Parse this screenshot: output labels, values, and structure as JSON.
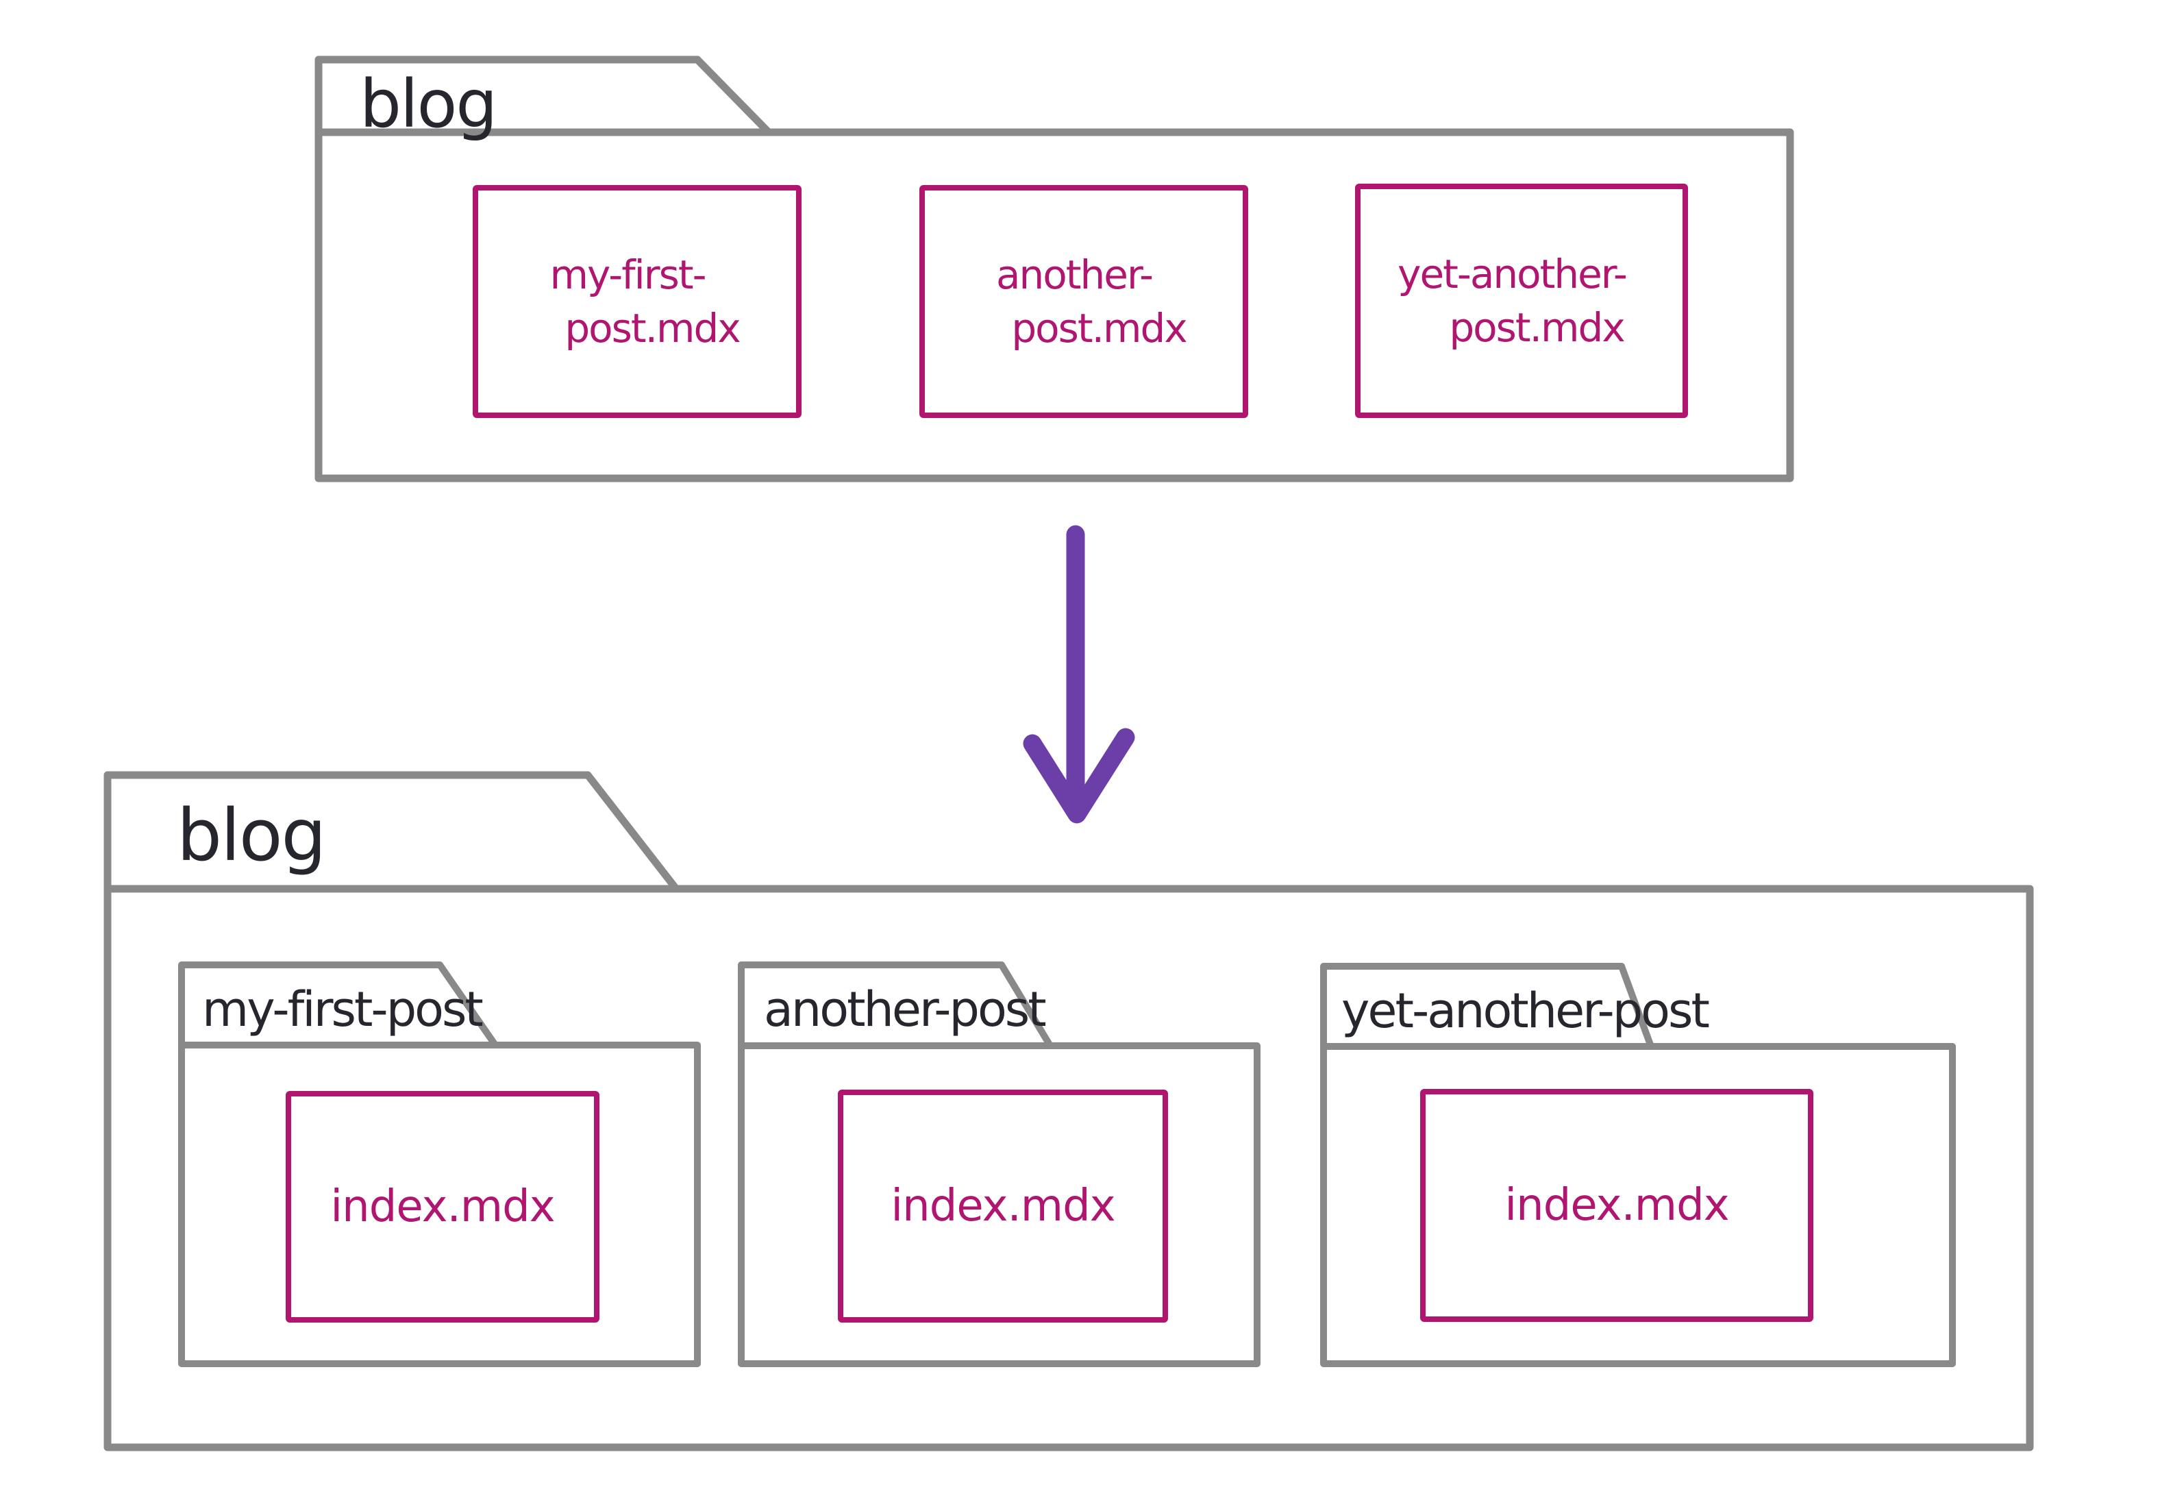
{
  "colors": {
    "folder_stroke": "#898989",
    "file_stroke": "#b01570",
    "file_text": "#b01570",
    "label_text": "#26262e",
    "arrow": "#6c3fa8",
    "background": "#ffffff"
  },
  "before": {
    "folder_label": "blog",
    "files": [
      {
        "lines": [
          "my-first-",
          "post.mdx"
        ]
      },
      {
        "lines": [
          "another-",
          "post.mdx"
        ]
      },
      {
        "lines": [
          "yet-another-",
          "post.mdx"
        ]
      }
    ]
  },
  "arrow": {
    "meaning": "transforms-to",
    "direction": "down"
  },
  "after": {
    "folder_label": "blog",
    "subfolders": [
      {
        "label": "my-first-post",
        "file": "index.mdx"
      },
      {
        "label": "another-post",
        "file": "index.mdx"
      },
      {
        "label": "yet-another-post",
        "file": "index.mdx"
      }
    ]
  }
}
